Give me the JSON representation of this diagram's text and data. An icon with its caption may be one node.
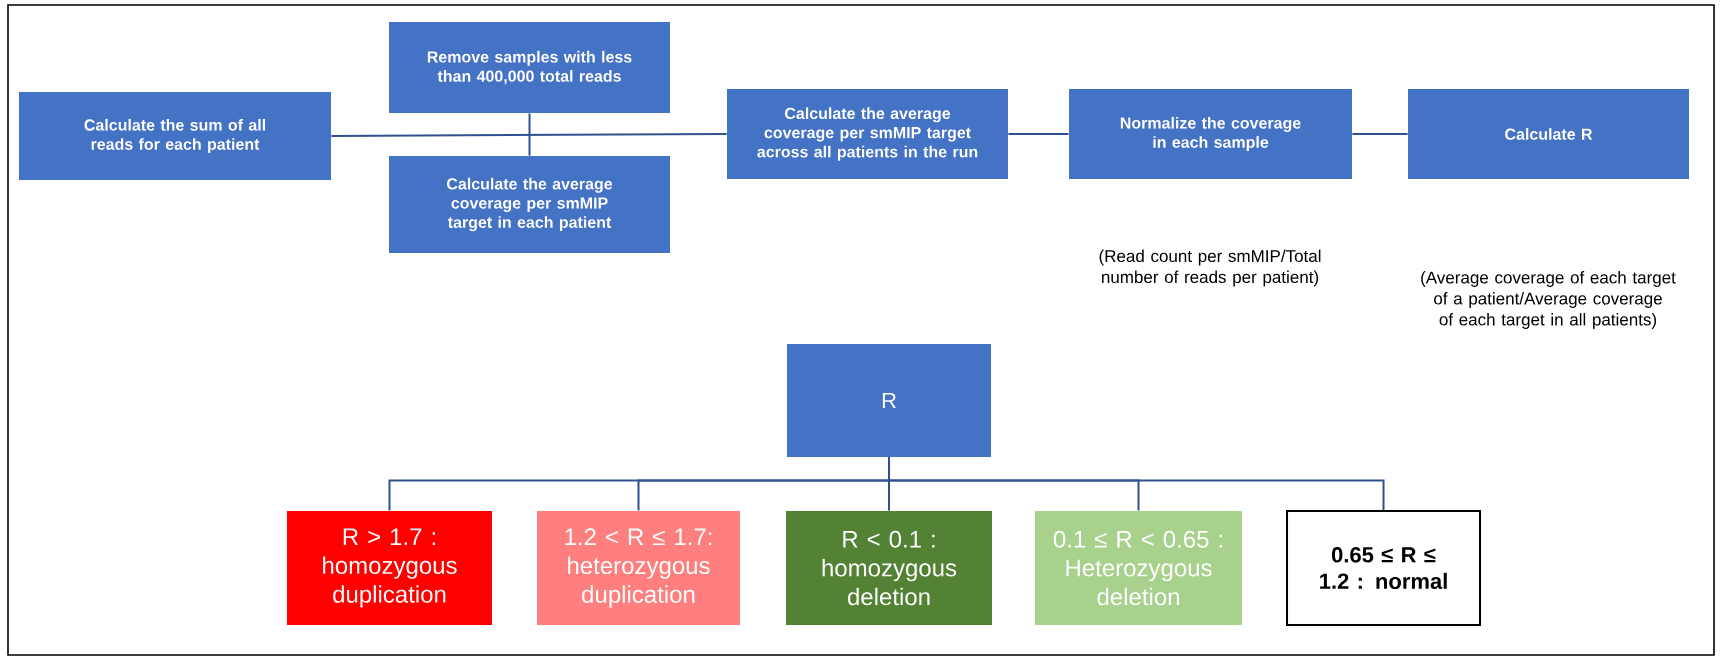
{
  "diagram": {
    "nodes": [
      {
        "text": [
          "Calculate the sum of all reads for each patient"
        ]
      },
      {
        "text": [
          "Remove samples with less than 400,000 total reads"
        ]
      },
      {
        "text": [
          "Calculate the average coverage per smMIP target in each patient"
        ]
      },
      {
        "text": [
          "Calculate the average coverage per smMIP target across all patients in the run"
        ]
      },
      {
        "text": [
          "Normalize the coverage in each sample"
        ]
      },
      {
        "text": [
          "Calculate R"
        ]
      },
      {
        "text": [
          "R"
        ]
      },
      {
        "text": [
          "R > 1.7 : homozygous duplication"
        ]
      },
      {
        "text": [
          "1.2 < R ≤ 1.7: heterozygous duplication"
        ]
      },
      {
        "text": [
          "R < 0.1 : homozygous deletion"
        ]
      },
      {
        "text": [
          "0.1 ≤ R < 0.65 : Heterozygous deletion"
        ]
      },
      {
        "text": [
          "0.65 ≤ R ≤ 1.2 : normal"
        ]
      }
    ],
    "edges": [
      {
        "from": 0,
        "to": 3,
        "arrow": "none"
      },
      {
        "from": 1,
        "to": 2,
        "arrow": "none"
      },
      {
        "from": 3,
        "to": 4,
        "arrow": "none"
      },
      {
        "from": 4,
        "to": 5,
        "arrow": "none"
      },
      {
        "from": 6,
        "to": 7,
        "arrow": "none"
      },
      {
        "from": 6,
        "to": 8,
        "arrow": "none"
      },
      {
        "from": 6,
        "to": 9,
        "arrow": "none"
      },
      {
        "from": 6,
        "to": 10,
        "arrow": "none"
      },
      {
        "from": 6,
        "to": 11,
        "arrow": "none"
      }
    ],
    "labels": [
      "(Read count per smMIP/Total number of reads per patient)",
      "(Average coverage of each target of a patient/Average coverage of each target in all patients)"
    ]
  }
}
